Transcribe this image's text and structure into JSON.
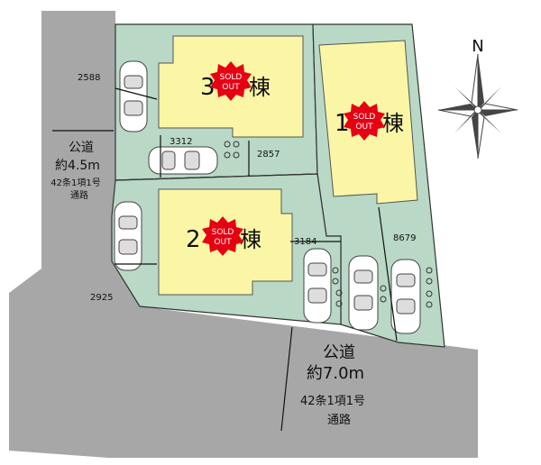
{
  "roads": {
    "west": {
      "label": "公道",
      "width": "約4.5m",
      "law": "42条1項1号",
      "kind": "通路"
    },
    "south": {
      "label": "公道",
      "width": "約7.0m",
      "law": "42条1項1号",
      "kind": "通路"
    }
  },
  "buildings": [
    {
      "number": "3",
      "suffix": "棟",
      "sold": true
    },
    {
      "number": "2",
      "suffix": "棟",
      "sold": true
    },
    {
      "number": "1",
      "suffix": "棟",
      "sold": true
    }
  ],
  "sold_badge": {
    "line1": "SOLD",
    "line2": "OUT"
  },
  "dimensions": [
    "2588",
    "3312",
    "2857",
    "2925",
    "3184",
    "8679"
  ],
  "compass": {
    "north": "N"
  },
  "colors": {
    "lot": "#b9d8c6",
    "building": "#fbf6a6",
    "road": "#a7a7a7",
    "sold": "#e60012",
    "outline": "#333333"
  }
}
